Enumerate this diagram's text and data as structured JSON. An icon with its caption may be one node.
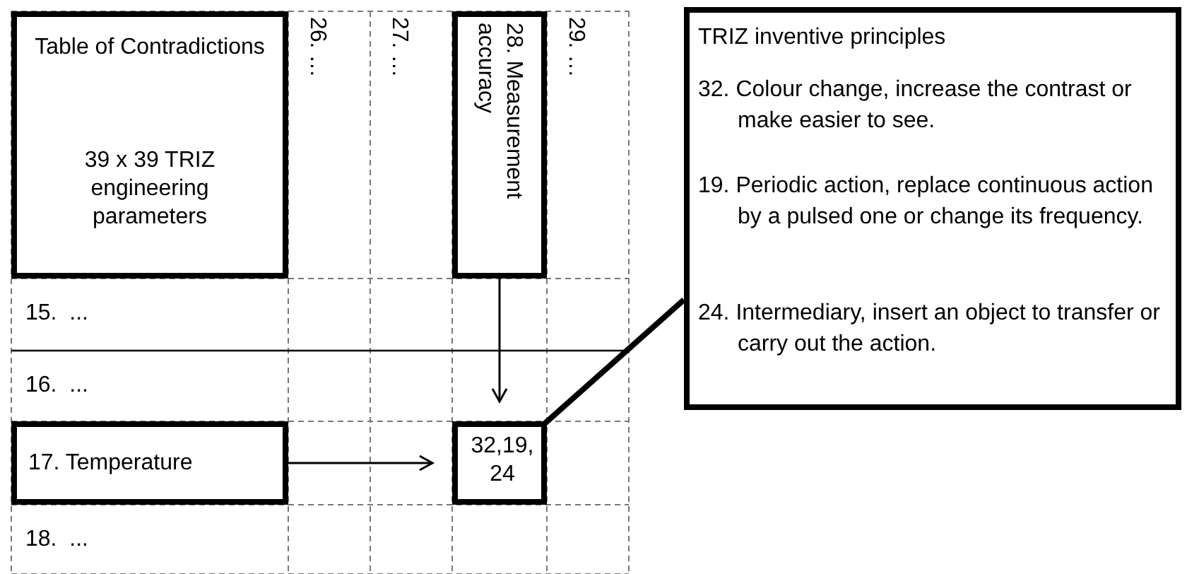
{
  "diagram": {
    "nodes": [
      {
        "text": [
          "Table of Contradictions",
          "39 x 39 TRIZ engineering parameters"
        ]
      },
      {
        "text": [
          "28. Measurement accuracy"
        ]
      },
      {
        "text": [
          "17. Temperature"
        ]
      },
      {
        "text": [
          "32,19, 24"
        ]
      },
      {
        "text": [
          "TRIZ inventive principles",
          "32. Colour change, increase the contrast or make easier to see.",
          "19. Periodic action, replace continuous action by a pulsed one or change its frequency.",
          "24. Intermediary, insert an object to transfer or carry out the action."
        ]
      }
    ],
    "edges": [
      {
        "from": 2,
        "to": 3,
        "arrow": "to"
      },
      {
        "from": 1,
        "to": 3,
        "arrow": "to"
      },
      {
        "from": 3,
        "to": 4,
        "arrow": "none",
        "style": "thick"
      }
    ],
    "labels": [
      "26. …",
      "27. …",
      "29. …",
      "15.  ...",
      "16.  ...",
      "18.  ..."
    ]
  }
}
